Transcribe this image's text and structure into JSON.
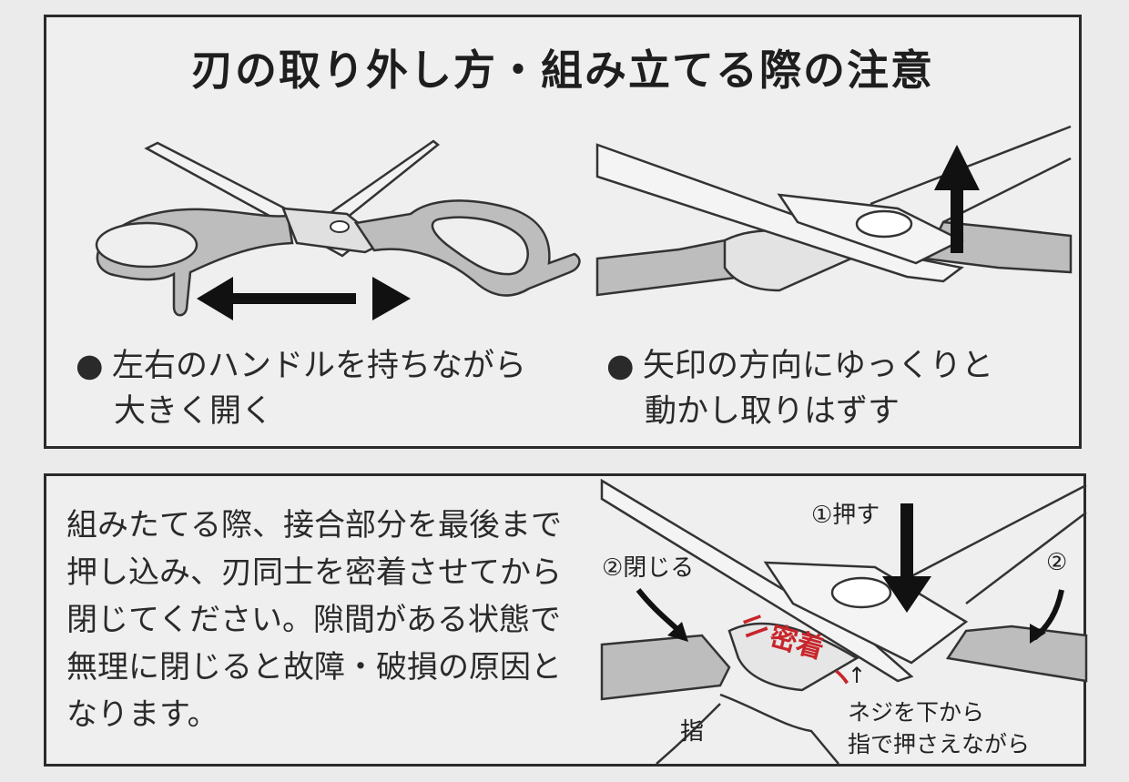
{
  "top_panel": {
    "title": "刃の取り外し方・組み立てる際の注意",
    "left_caption": {
      "bullet": "●",
      "line1": "左右のハンドルを持ちながら",
      "line2": "大きく開く"
    },
    "right_caption": {
      "bullet": "●",
      "line1": "矢印の方向にゆっくりと",
      "line2": "動かし取りはずす"
    }
  },
  "bottom_panel": {
    "body_text": "組みたてる際、接合部分を最後まで押し込み、刃同士を密着させてから閉じてください。隙間がある状態で無理に閉じると故障・破損の原因となります。",
    "labels": {
      "push": "①押す",
      "close_left": "②閉じる",
      "close_right": "②",
      "contact": "密着",
      "contact_marks_left": "ニ",
      "contact_marks_right": "ヽ",
      "small_arrow": "↑",
      "screw_line1": "ネジを下から",
      "screw_line2": "指で押さえながら",
      "finger": "指"
    },
    "accent_color": "#c8252b"
  },
  "colors": {
    "background": "#ebebeb",
    "ink": "#222222",
    "handle_fill": "#bdbdbd",
    "border": "#2a2a2a"
  }
}
